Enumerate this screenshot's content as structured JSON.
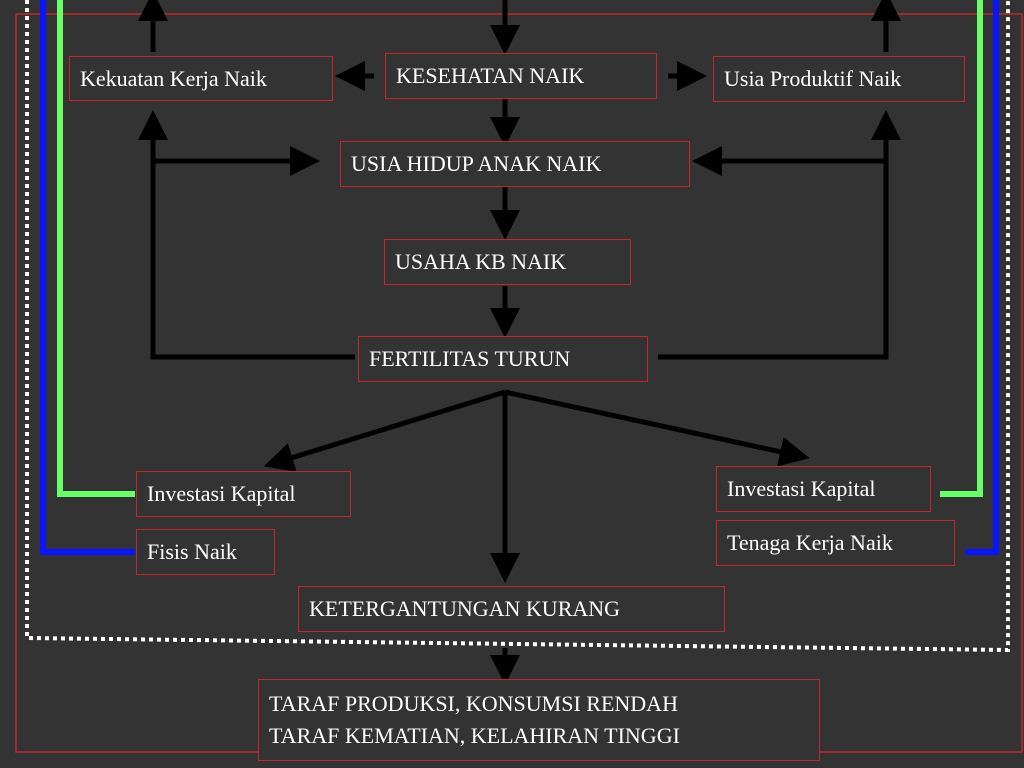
{
  "diagram": {
    "nodes": {
      "kesehatan": "KESEHATAN NAIK",
      "kekuatan": "Kekuatan Kerja Naik",
      "usia_produktif": "Usia Produktif Naik",
      "usia_hidup": "USIA HIDUP ANAK NAIK",
      "usaha_kb": "USAHA KB NAIK",
      "fertilitas": "FERTILITAS TURUN",
      "investasi_kiri": "Investasi Kapital",
      "fisis": "Fisis Naik",
      "investasi_kanan": "Investasi Kapital",
      "tenaga_kerja": "Tenaga Kerja Naik",
      "ketergantungan": "KETERGANTUNGAN KURANG",
      "taraf_line1": "TARAF PRODUKSI, KONSUMSI RENDAH",
      "taraf_line2": "TARAF KEMATIAN, KELAHIRAN TINGGI"
    },
    "colors": {
      "background": "#333333",
      "box_border": "#c0282d",
      "outer_frame": "#c0282d",
      "arrow": "#000000",
      "green_loop": "#66ff66",
      "blue_loop": "#0a14ff",
      "dotted_frame": "#ffffff",
      "text": "#ffffff"
    }
  }
}
